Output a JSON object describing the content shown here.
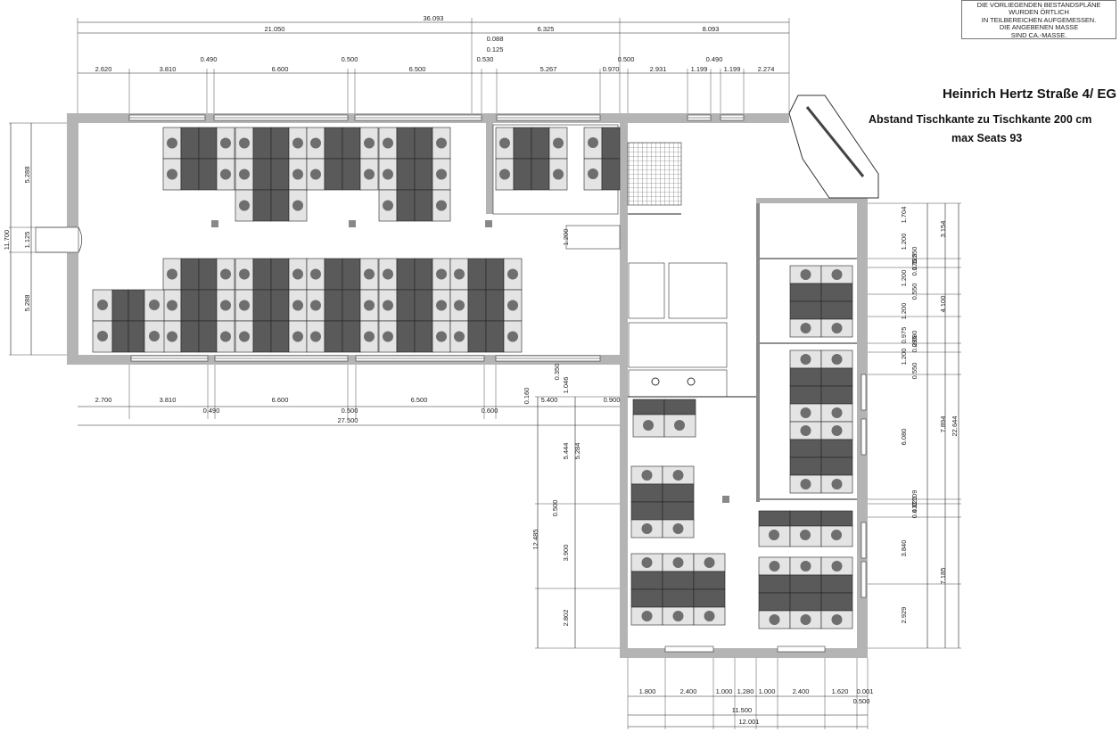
{
  "title": "Heinrich Hertz Straße 4/ EG",
  "subtitle_spacing": "Abstand Tischkante zu Tischkante 200 cm",
  "subtitle_seats": "max Seats 93",
  "note_lines": [
    "DIE VORLIEGENDEN BESTANDSPLÄNE",
    "WURDEN ÖRTLICH",
    "IN TEILBEREICHEN AUFGEMESSEN.",
    "DIE ANGEBENEN MASSE",
    "SIND CA.-MASSE."
  ],
  "dims_top": {
    "total": "36.093",
    "row2": [
      "21.050",
      "6.325",
      "8.093"
    ],
    "small": [
      "0.088",
      "0.125"
    ],
    "row3": [
      "2.620",
      "3.810",
      "0.490",
      "6.600",
      "0.500",
      "6.500",
      "0.530",
      "5.267",
      "0.970",
      "0.500",
      "2.931",
      "1.199",
      "0.490",
      "1.199",
      "2.274"
    ]
  },
  "dims_left": [
    "5.288",
    "1.125",
    "5.288",
    "11.700"
  ],
  "dims_bottom_west": {
    "row1": [
      "2.700",
      "3.810",
      "6.600",
      "6.500"
    ],
    "row2": [
      "0.490",
      "0.500",
      "0.600"
    ],
    "total": "27.500"
  },
  "dims_center": [
    "1.200",
    "0.350",
    "1.046",
    "0.160",
    "5.400",
    "0.900",
    "5.444",
    "5.284",
    "0.500",
    "12.485",
    "3.900",
    "2.802"
  ],
  "dims_right": [
    "1.704",
    "1.200",
    "0.250",
    "0.125",
    "0.175",
    "1.200",
    "0.550",
    "1.200",
    "0.975",
    "0.080",
    "0.295",
    "1.200",
    "0.550",
    "6.080",
    "0.109",
    "0.125",
    "0.417",
    "3.840",
    "2.929",
    "3.154",
    "4.100",
    "7.894",
    "22.644",
    "7.185"
  ],
  "dims_bottom_south": {
    "row1": [
      "1.800",
      "2.400",
      "1.000",
      "1.280",
      "1.000",
      "2.400",
      "1.620",
      "0.001"
    ],
    "small": "0.500",
    "row2": "11.500",
    "total": "12.001"
  },
  "colors": {
    "wall": "#b4b4b4",
    "desk_dark": "#5a5a5a",
    "desk_light": "#e4e4e4",
    "chair": "#6e6e6e",
    "line": "#222222"
  }
}
